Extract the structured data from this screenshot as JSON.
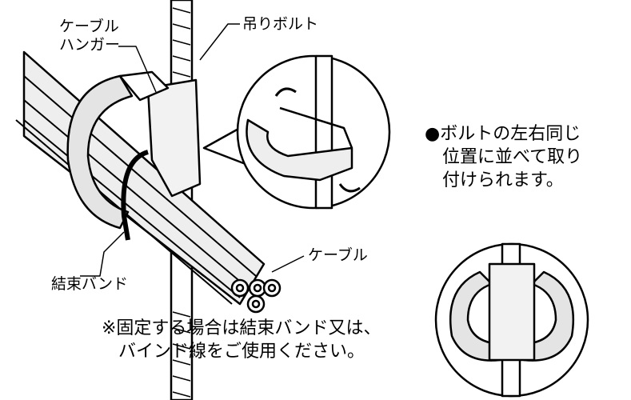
{
  "labels": {
    "cable_hanger_line1": "ケーブル",
    "cable_hanger_line2": "ハンガー",
    "hanging_bolt": "吊りボルト",
    "cable": "ケーブル",
    "binding_band": "結束バンド"
  },
  "note_right": {
    "line1": "●ボルトの左右同じ",
    "line2": "位置に並べて取り",
    "line3": "付けられます。"
  },
  "note_bottom": {
    "line1": "※固定する場合は結束バンド又は、",
    "line2": "バインド線をご使用ください。"
  }
}
